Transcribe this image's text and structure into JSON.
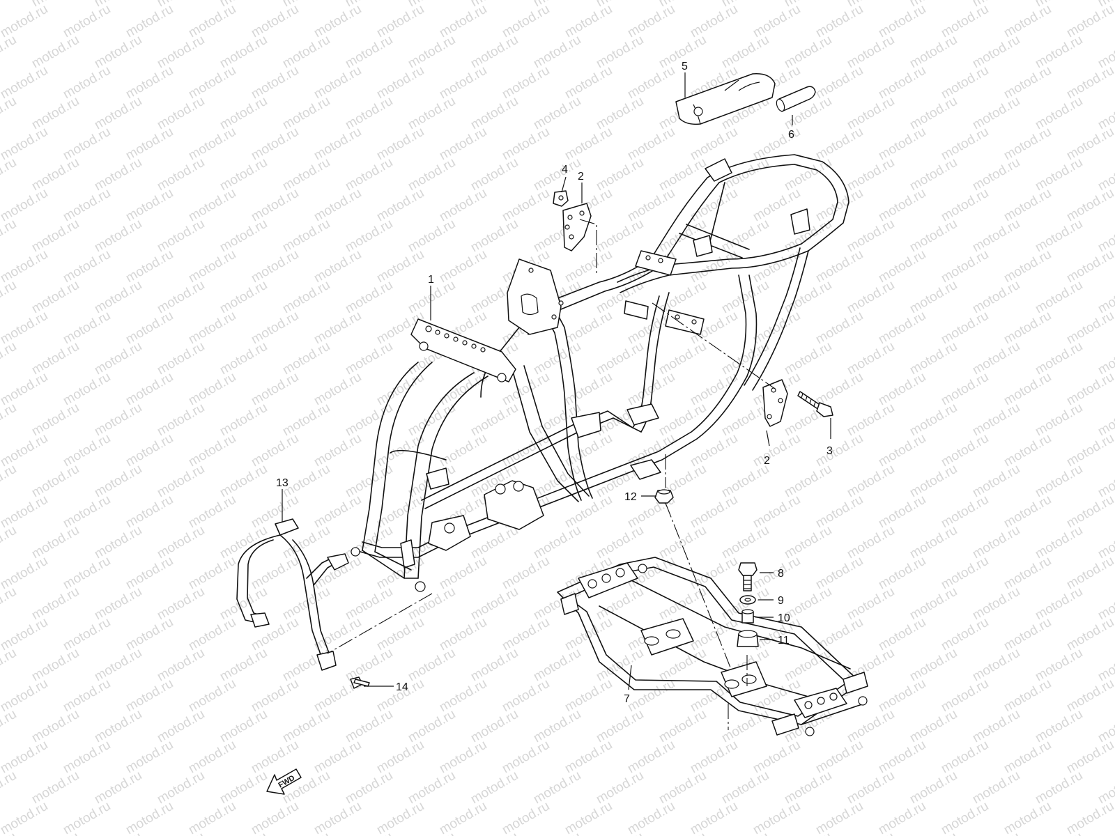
{
  "watermark": {
    "text": "motod.ru",
    "color": "#d6d6d6"
  },
  "fwd_label": "FWD",
  "callouts": [
    {
      "id": "1",
      "label": "1"
    },
    {
      "id": "2a",
      "label": "2"
    },
    {
      "id": "2b",
      "label": "2"
    },
    {
      "id": "3",
      "label": "3"
    },
    {
      "id": "4",
      "label": "4"
    },
    {
      "id": "5",
      "label": "5"
    },
    {
      "id": "6",
      "label": "6"
    },
    {
      "id": "7",
      "label": "7"
    },
    {
      "id": "8",
      "label": "8"
    },
    {
      "id": "9",
      "label": "9"
    },
    {
      "id": "10",
      "label": "10"
    },
    {
      "id": "11",
      "label": "11"
    },
    {
      "id": "12",
      "label": "12"
    },
    {
      "id": "13",
      "label": "13"
    },
    {
      "id": "14",
      "label": "14"
    }
  ]
}
